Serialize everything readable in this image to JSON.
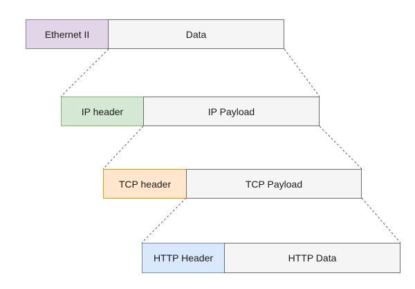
{
  "layers": [
    {
      "header_label": "Ethernet II",
      "payload_label": "Data"
    },
    {
      "header_label": "IP header",
      "payload_label": "IP Payload"
    },
    {
      "header_label": "TCP header",
      "payload_label": "TCP Payload"
    },
    {
      "header_label": "HTTP Header",
      "payload_label": "HTTP Data"
    }
  ],
  "colors": {
    "ethernet_header_fill": "#e1d5e7",
    "ip_header_fill": "#d5e8d4",
    "tcp_header_fill": "#ffe6cc",
    "http_header_fill": "#dae8fc",
    "payload_fill": "#f5f5f5",
    "connector_line": "#555555"
  }
}
